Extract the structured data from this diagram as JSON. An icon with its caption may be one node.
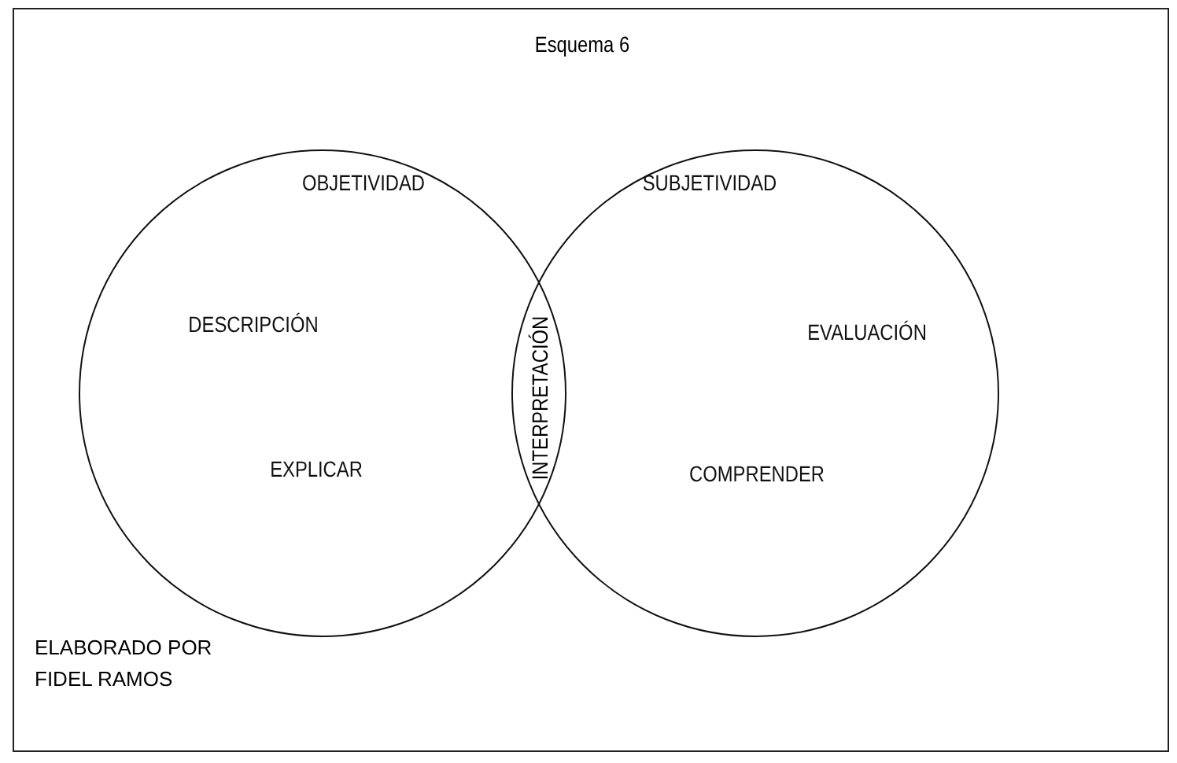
{
  "diagram": {
    "title": "Esquema 6",
    "nodes": [
      {
        "text": [
          "OBJETIVIDAD",
          "DESCRIPCIÓN",
          "EXPLICAR"
        ]
      },
      {
        "text": [
          "SUBJETIVIDAD",
          "EVALUACIÓN",
          "COMPRENDER"
        ]
      }
    ],
    "edges": [],
    "labels": [
      "INTERPRETACIÓN",
      "ELABORADO POR FIDEL RAMOS"
    ]
  }
}
